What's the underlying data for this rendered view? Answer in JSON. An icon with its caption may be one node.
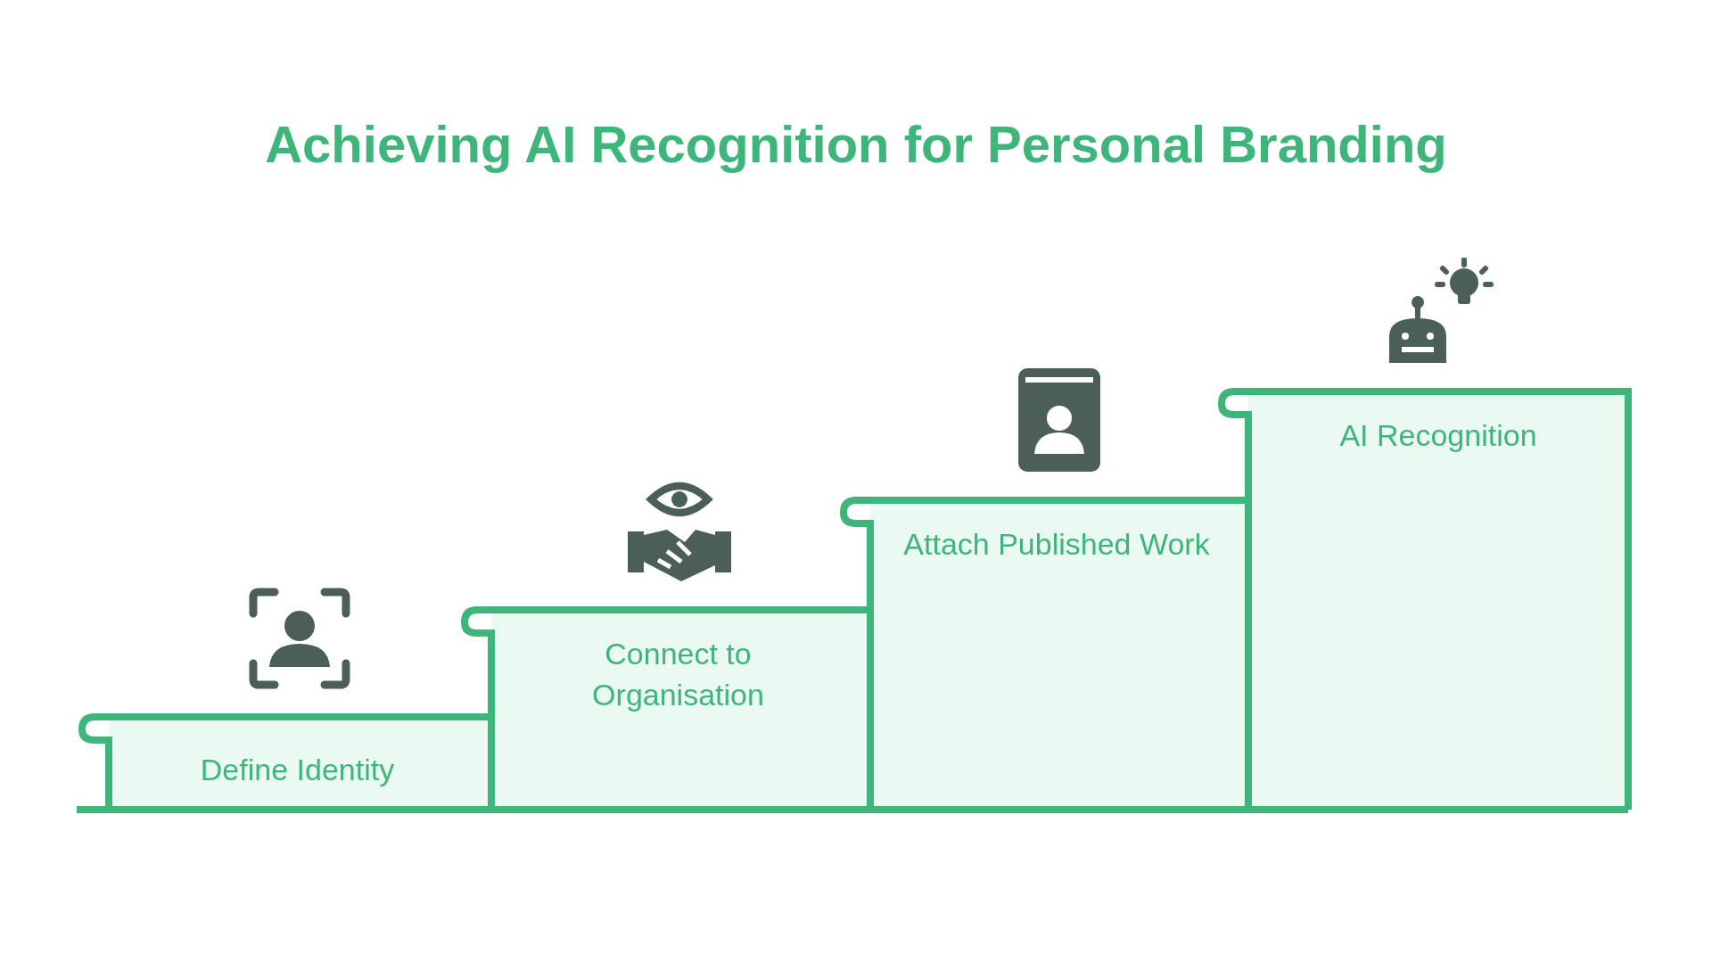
{
  "diagram": {
    "title": "Achieving AI Recognition for Personal Branding",
    "nodes": [
      {
        "text": [
          "Define Identity"
        ]
      },
      {
        "text": [
          "Connect to Organisation"
        ]
      },
      {
        "text": [
          "Attach Published Work"
        ]
      },
      {
        "text": [
          "AI Recognition"
        ]
      }
    ],
    "edges": []
  }
}
